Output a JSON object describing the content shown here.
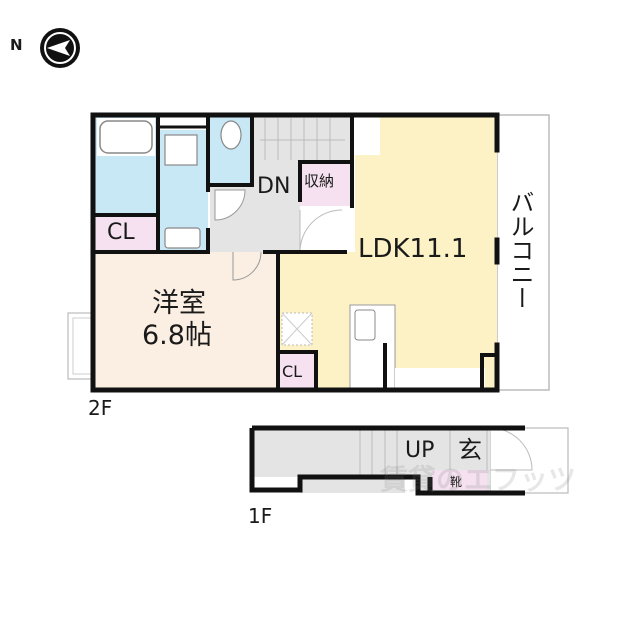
{
  "compass": {
    "letter": "N",
    "direction": "west-pointing"
  },
  "colors": {
    "wall": "#111111",
    "ldk": "#fdf2c6",
    "western_room": "#fbeee2",
    "wet_area": "#c9e8f6",
    "storage": "#f5e1ef",
    "hall": "#e4e4e4",
    "balcony_outline": "#bbbbbb"
  },
  "floors": {
    "second": {
      "label": "2F",
      "rooms": {
        "ldk": "LDK11.1",
        "western_room_name": "洋室",
        "western_room_size": "6.8帖",
        "closet_1": "CL",
        "closet_2": "CL",
        "storage": "収納",
        "stairs_down": "DN",
        "balcony": "バルコニー"
      }
    },
    "first": {
      "label": "1F",
      "rooms": {
        "stairs_up": "UP",
        "entrance": "玄",
        "shoe_box": "靴"
      }
    }
  },
  "watermark": "賃貸のエフッツ"
}
